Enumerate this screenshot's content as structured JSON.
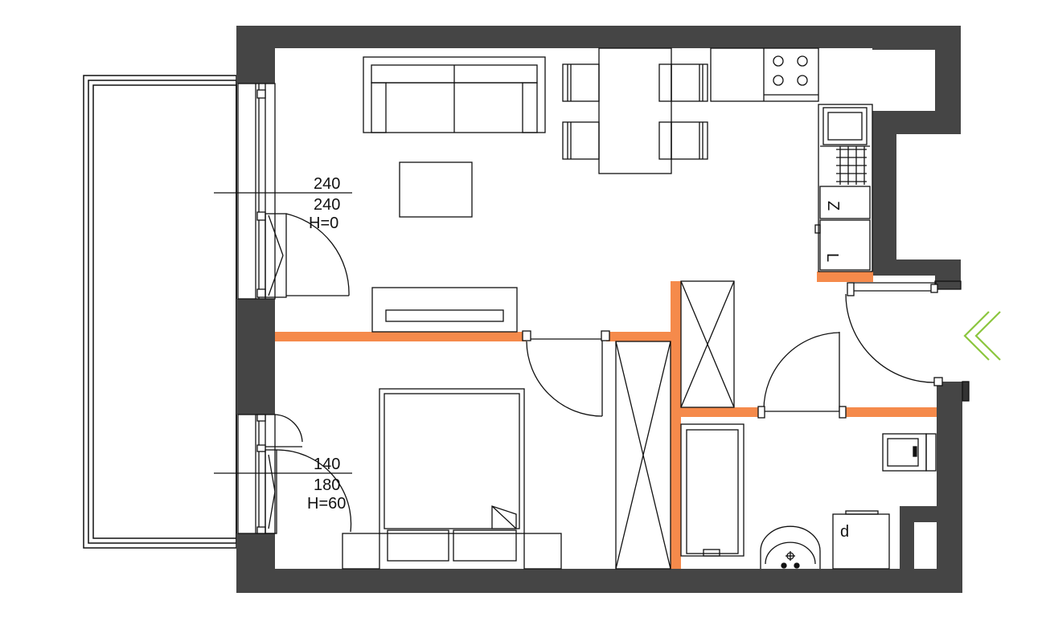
{
  "colors": {
    "wall": "#454545",
    "partition": "#f58a4b",
    "line": "#111111",
    "entrance_arrow": "#8cc63f",
    "background": "#ffffff"
  },
  "windows": [
    {
      "id": "upper-window",
      "width": "240",
      "height": "240",
      "sill": "H=0"
    },
    {
      "id": "lower-window",
      "width": "140",
      "height": "180",
      "sill": "H=60"
    }
  ],
  "appliances": {
    "fridge_label": "Z",
    "dishwasher_label": "L",
    "washer_label": "d"
  },
  "icons": {
    "entrance": "double-chevron-left-icon"
  }
}
